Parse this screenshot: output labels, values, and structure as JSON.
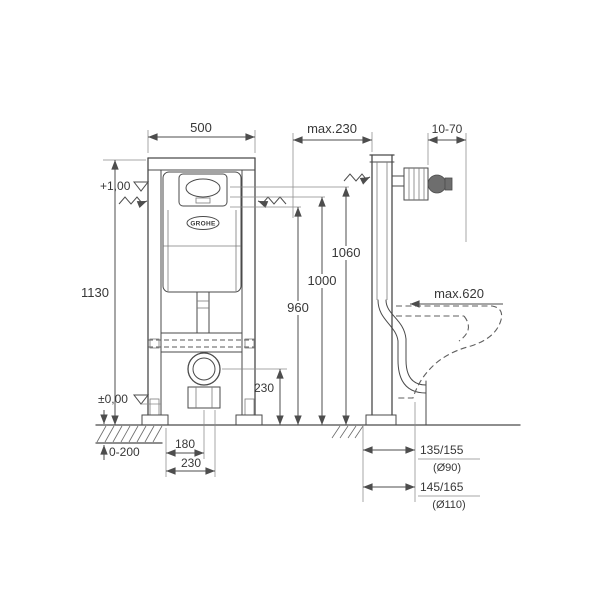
{
  "brand": "GROHE",
  "front": {
    "width": "500",
    "height": "1130",
    "level_top": "+1,00",
    "level_zero": "±0,00",
    "foot_adjust": "0-200",
    "dim_180": "180",
    "dim_230_bottom": "230",
    "dim_230_outlet": "230"
  },
  "mid": {
    "dim_960": "960",
    "dim_1000": "1000",
    "dim_1060": "1060"
  },
  "side": {
    "depth_max": "max.230",
    "wall_range": "10-70",
    "max_620": "max.620",
    "outlet_90": "135/155",
    "outlet_90_dia": "(Ø90)",
    "outlet_110": "145/165",
    "outlet_110_dia": "(Ø110)"
  }
}
